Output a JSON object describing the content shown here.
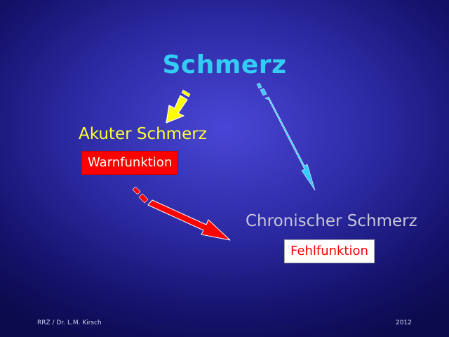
{
  "title": "Schmerz",
  "acute": {
    "label": "Akuter Schmerz",
    "badge": "Warnfunktion"
  },
  "chronic": {
    "label": "Chronischer Schmerz",
    "badge": "Fehlfunktion"
  },
  "footer": {
    "author": "RRZ / Dr. L.M. Kirsch",
    "year": "2012"
  },
  "colors": {
    "title": "#33ccf2",
    "acute_text": "#ffff33",
    "chronic_text": "#c6c6d8",
    "arrow_yellow": "#ffff00",
    "arrow_cyan": "#33ccff",
    "arrow_red": "#ff0000"
  }
}
